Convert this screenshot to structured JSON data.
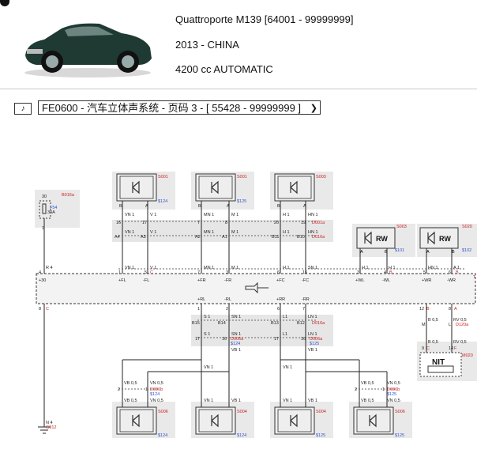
{
  "vehicle": {
    "model": "Quattroporte M139 [64001 - 99999999]",
    "year_market": "2013 - CHINA",
    "engine": "4200 cc AUTOMATIC"
  },
  "toolbar": {
    "page_icon_label": "♪",
    "selector_value": "FE0600 - 汽车立体声系统 - 页码 3 - [ 55428 - 99999999 ]"
  },
  "diagram": {
    "fuse": {
      "code": "B016a",
      "name": "F54",
      "rating": "30A",
      "pin_top": "30",
      "pin_bot": "1"
    },
    "speakers_top": [
      {
        "id": "S001",
        "conn": "$124",
        "pa": "B",
        "pb": "A"
      },
      {
        "id": "S001",
        "conn": "$125",
        "pa": "B",
        "pb": "A"
      },
      {
        "id": "S003",
        "conn": "",
        "pa": "B",
        "pb": "A"
      }
    ],
    "rw_units": [
      {
        "id": "S003",
        "conn": "$101",
        "label": "RW",
        "pa": "A",
        "pb": "B"
      },
      {
        "id": "S020",
        "conn": "$102",
        "label": "RW",
        "pa": "A",
        "pb": "B"
      }
    ],
    "speakers_bottom": [
      {
        "id": "S006",
        "conn": "$124"
      },
      {
        "id": "S004",
        "conn": "$124"
      },
      {
        "id": "S004",
        "conn": "$125"
      },
      {
        "id": "S006",
        "conn": "$125"
      }
    ],
    "wire_labels_top": [
      "VN 1",
      "V 1",
      "MN 1",
      "M 1",
      "H 1",
      "HN 1"
    ],
    "connectors": [
      "D001a",
      "D016a",
      "D006a",
      "D006b",
      "D120a",
      "M020",
      "G012"
    ],
    "amp_pins_top": [
      "+30",
      "+FL",
      "-FL",
      "+FR",
      "-FR",
      "+FC",
      "-FC",
      "+WL",
      "-WL",
      "+WR",
      "-WR"
    ],
    "amp_pins_bottom": [
      "+RL",
      "-RL",
      "+RR",
      "-RR"
    ],
    "nit_label": "NIT",
    "ground_label": "N 4",
    "ground_code": "G012"
  }
}
